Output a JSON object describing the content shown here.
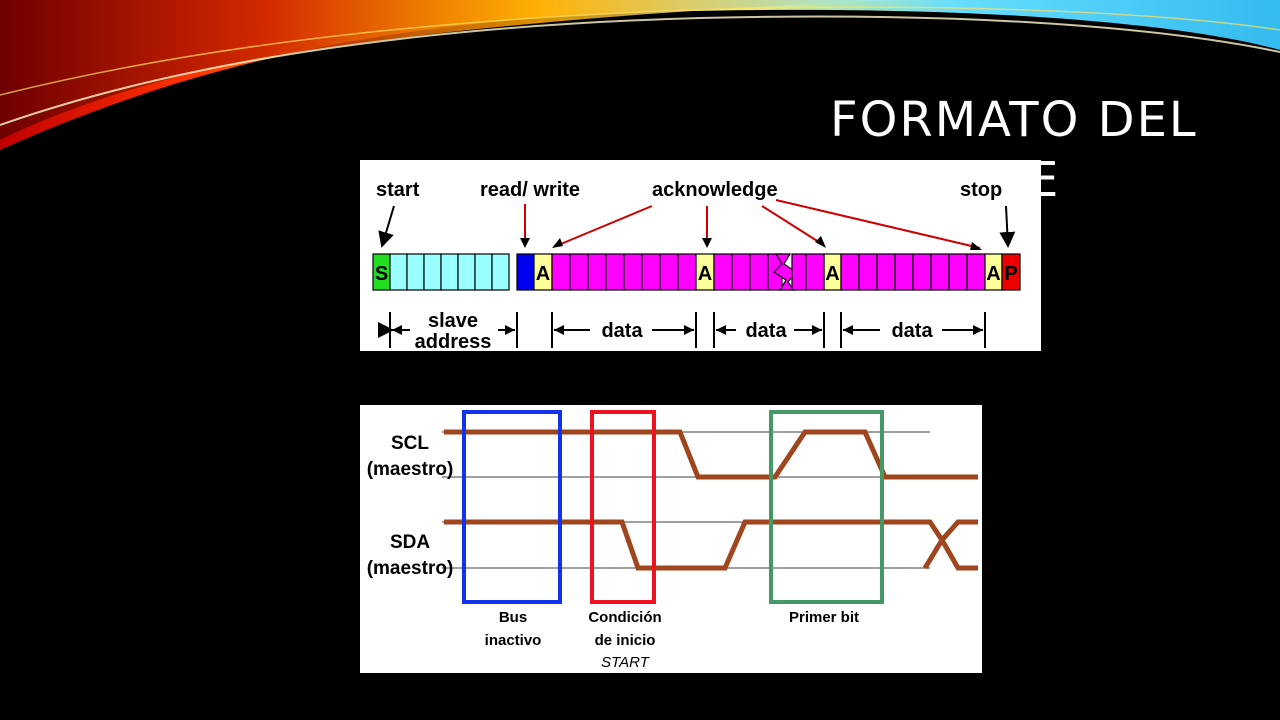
{
  "slide": {
    "title": "FORMATO DEL MENSAJE"
  },
  "message_format_diagram": {
    "labels": {
      "start": "start",
      "read_write": "read/ write",
      "acknowledge": "acknowledge",
      "stop": "stop",
      "slave_address_1": "slave",
      "slave_address_2": "address",
      "data_1": "data",
      "data_2": "data",
      "data_3": "data"
    },
    "cells": {
      "start": "S",
      "ack": "A",
      "stop": "P"
    },
    "colors": {
      "start": "#22dd22",
      "address": "#99ffff",
      "rw": "#0000ee",
      "ack": "#ffff99",
      "data": "#ff00ff",
      "stop": "#ee0000",
      "arrow": "#cc0000"
    }
  },
  "timing_diagram": {
    "signals": {
      "scl_1": "SCL",
      "scl_2": "(maestro)",
      "sda_1": "SDA",
      "sda_2": "(maestro)"
    },
    "phases": {
      "bus_1": "Bus",
      "bus_2": "inactivo",
      "start_1": "Condición",
      "start_2": "de inicio",
      "start_3": "START",
      "first_bit": "Primer bit"
    },
    "colors": {
      "signal": "#a0461e",
      "bus_box": "#1133ee",
      "start_box": "#ee1122",
      "bit_box": "#449966"
    }
  }
}
